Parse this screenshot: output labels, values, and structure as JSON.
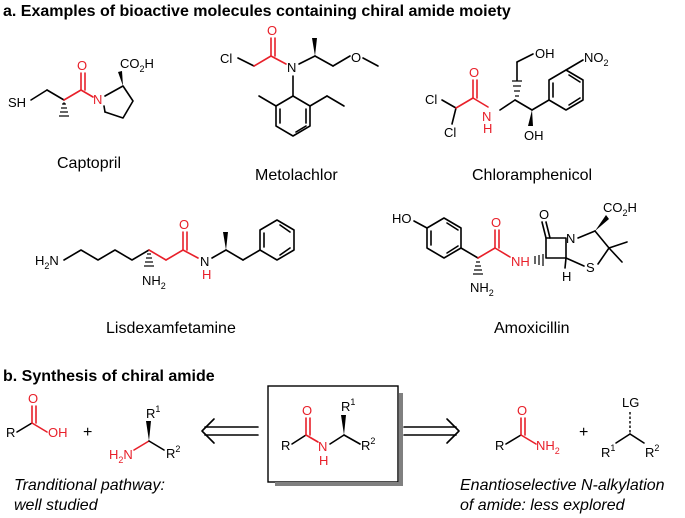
{
  "section_a": {
    "heading": "a. Examples of bioactive molecules containing chiral amide moiety"
  },
  "section_b": {
    "heading": "b. Synthesis of chiral amide"
  },
  "molecules": {
    "captopril": "Captopril",
    "metolachlor": "Metolachlor",
    "chloramphenicol": "Chloramphenicol",
    "lisdexamfetamine": "Lisdexamfetamine",
    "amoxicillin": "Amoxicillin"
  },
  "atoms": {
    "SH": "SH",
    "CO2H": "CO",
    "two": "2",
    "H_sym": "H",
    "N": "N",
    "O": "O",
    "Cl": "Cl",
    "OH": "OH",
    "NO2": "NO",
    "H2N": "H",
    "NH2": "NH",
    "S": "S",
    "HO": "HO",
    "NH": "NH",
    "R": "R",
    "R1": "R",
    "R2": "R",
    "sup1": "1",
    "sup2": "2",
    "LG": "LG"
  },
  "operators": {
    "plus": "+"
  },
  "pathways": {
    "left_line1": "Tranditional pathway:",
    "left_line2": "well studied",
    "right_line1": "Enantioselective N-alkylation",
    "right_line2": "of amide: less explored"
  },
  "colors": {
    "highlight": "#e8202a",
    "bond": "#000000"
  }
}
